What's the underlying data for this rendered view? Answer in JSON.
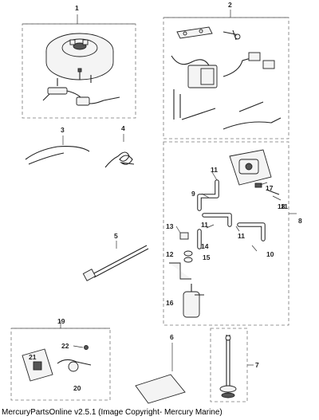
{
  "callouts": {
    "c1": "1",
    "c2": "2",
    "c3": "3",
    "c4": "4",
    "c5": "5",
    "c6": "6",
    "c7": "7",
    "c8": "8",
    "c9": "9",
    "c10": "10",
    "c11a": "11",
    "c11b": "11",
    "c11c": "11",
    "c11d": "11",
    "c12": "12",
    "c13": "13",
    "c14": "14",
    "c15": "15",
    "c16": "16",
    "c17": "17",
    "c18": "18",
    "c19": "19",
    "c20": "20",
    "c21": "21",
    "c22": "22"
  },
  "footer": "MercuryPartsOnline v2.5.1 (Image Copyright- Mercury Marine)"
}
